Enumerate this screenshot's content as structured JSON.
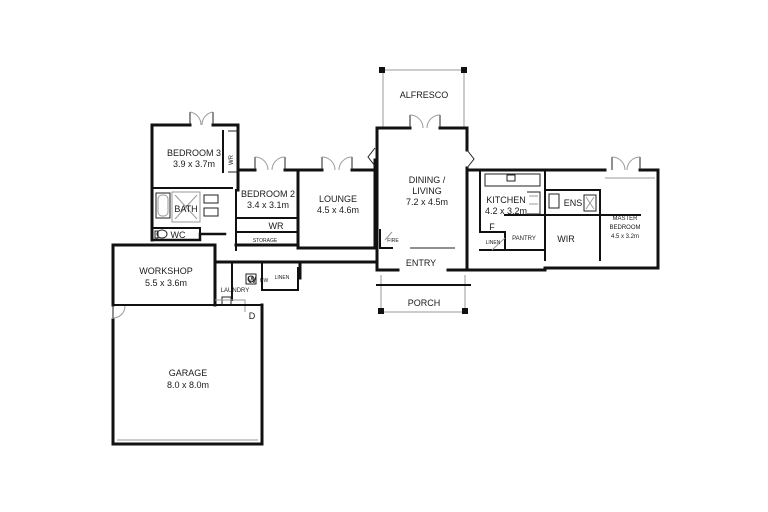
{
  "plan": {
    "rooms": {
      "bedroom3": {
        "name": "BEDROOM 3",
        "size": "3.9 x 3.7m"
      },
      "bedroom2": {
        "name": "BEDROOM 2",
        "size": "3.4 x 3.1m"
      },
      "lounge": {
        "name": "LOUNGE",
        "size": "4.5 x 4.6m"
      },
      "dining": {
        "name_line1": "DINING /",
        "name_line2": "LIVING",
        "size": "7.2 x 4.5m"
      },
      "kitchen": {
        "name": "KITCHEN",
        "size": "4.2 x 3.2m"
      },
      "master": {
        "name_line1": "MASTER",
        "name_line2": "BEDROOM",
        "size": "4.5 x 3.2m"
      },
      "workshop": {
        "name": "WORKSHOP",
        "size": "5.5 x 3.6m"
      },
      "garage": {
        "name": "GARAGE",
        "size": "8.0 x 8.0m"
      }
    },
    "labels": {
      "alfresco": "ALFRESCO",
      "porch": "PORCH",
      "entry": "ENTRY",
      "bath": "BATH",
      "wc": "WC",
      "wr_bed3": "WR",
      "wr_bed2": "WR",
      "storage": "STORAGE",
      "fire": "FIRE",
      "linen_hall": "LINEN",
      "linen_kitchen": "LINEN",
      "laundry": "LAUNDRY",
      "w": "W",
      "hw": "HW",
      "d": "D",
      "pantry": "PANTRY",
      "f": "F",
      "ens": "ENS",
      "wir": "WIR"
    }
  }
}
